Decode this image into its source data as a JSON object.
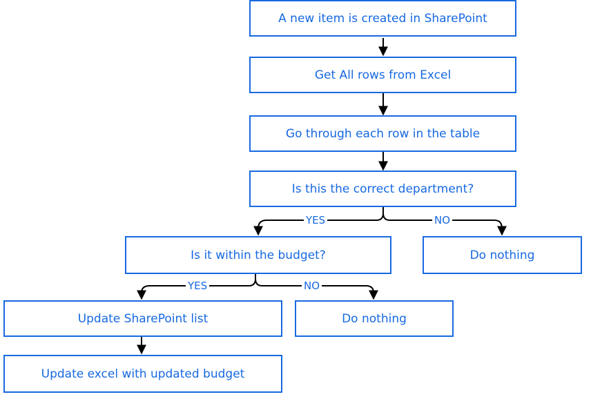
{
  "colors": {
    "node_border": "#1769E0",
    "node_text": "#1769E0",
    "connector": "#000000"
  },
  "nodes": {
    "trigger": "A new item is created in SharePoint",
    "get_rows": "Get All rows from Excel",
    "loop": "Go through each row in the table",
    "dept_check": "Is this the correct department?",
    "budget_check": "Is it within the budget?",
    "dept_no_action": "Do nothing",
    "update_list": "Update SharePoint list",
    "budget_no_action": "Do nothing",
    "update_excel": "Update excel with updated budget"
  },
  "branches": {
    "dept_yes": "YES",
    "dept_no": "NO",
    "budget_yes": "YES",
    "budget_no": "NO"
  }
}
